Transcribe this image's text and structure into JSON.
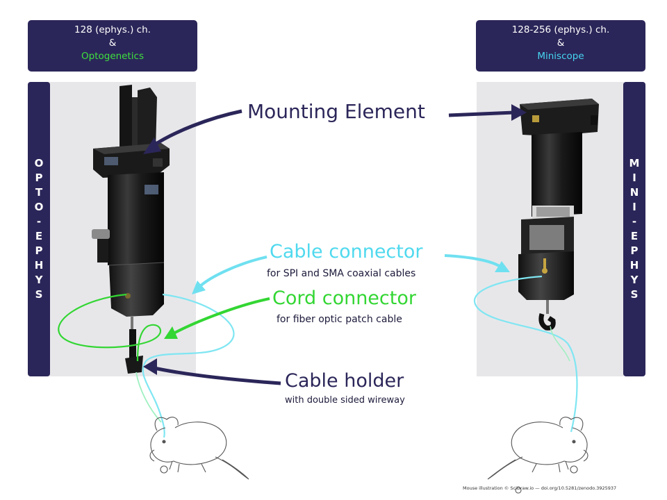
{
  "left_header": {
    "line1": "128 (ephys.) ch.",
    "line2": "&",
    "line3": "Optogenetics"
  },
  "right_header": {
    "line1": "128-256 (ephys.) ch.",
    "line2": "&",
    "line3": "Miniscope"
  },
  "left_side_label": [
    "O",
    "P",
    "T",
    "O",
    "-",
    "E",
    "P",
    "H",
    "Y",
    "S"
  ],
  "right_side_label": [
    "M",
    "I",
    "N",
    "I",
    "-",
    "E",
    "P",
    "H",
    "Y",
    "S"
  ],
  "callouts": {
    "mounting": {
      "title": "Mounting  Element"
    },
    "cable_connector": {
      "title": "Cable connector",
      "subtitle": "for SPI and SMA coaxial cables"
    },
    "cord_connector": {
      "title": "Cord connector",
      "subtitle": "for fiber optic patch cable"
    },
    "cable_holder": {
      "title": "Cable holder",
      "subtitle": "with double sided wireway"
    }
  },
  "credit": "Mouse illustration © SciDraw.io — doi.org/10.5281/zenodo.3925937",
  "colors": {
    "navy": "#2b2659",
    "optogenetics_green": "#3ee03e",
    "miniscope_cyan": "#46d6f0",
    "cord_green": "#33d633",
    "cable_cyan": "#4fd9ee"
  }
}
